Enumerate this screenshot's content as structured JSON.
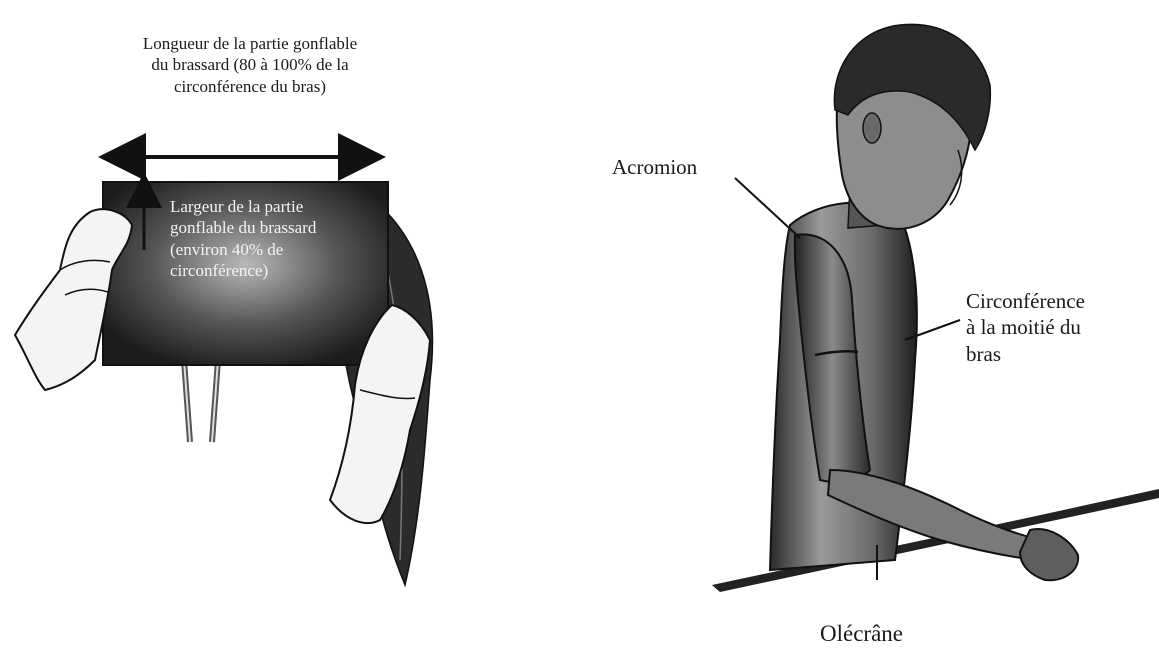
{
  "cuff_figure": {
    "length_label_lines": [
      "Longueur de la partie gonflable",
      "du brassard (80 à 100% de la",
      "circonférence du bras)"
    ],
    "width_label_lines": [
      "Largeur de la partie",
      "gonflable du brassard",
      "(environ 40% de",
      "circonférence)"
    ]
  },
  "arm_figure": {
    "acromion": "Acromion",
    "circumference_lines": [
      "Circonférence",
      "à la moitié du",
      "bras"
    ],
    "olecrane": "Olécrâne"
  }
}
